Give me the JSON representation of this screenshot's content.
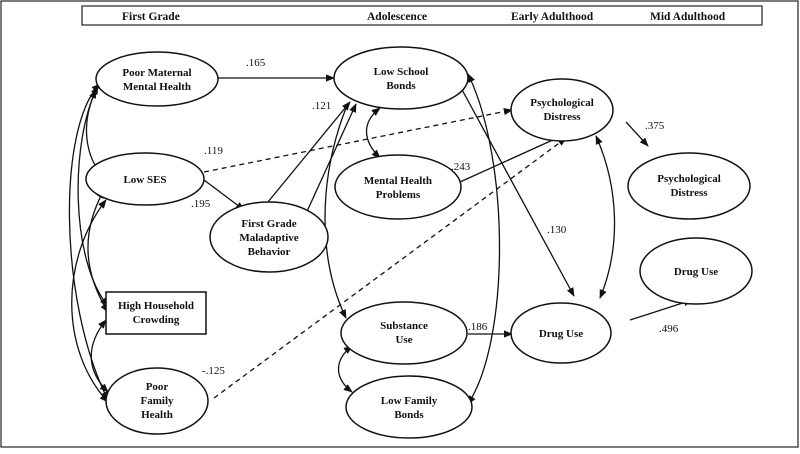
{
  "header": {
    "first_grade": "First Grade",
    "adolescence": "Adolescence",
    "early_adulthood": "Early Adulthood",
    "mid_adulthood": "Mid Adulthood"
  },
  "nodes": {
    "poor_maternal_mental_health": [
      "Poor Maternal",
      "Mental Health"
    ],
    "low_ses": [
      "Low SES"
    ],
    "high_household_crowding": [
      "High Household",
      "Crowding"
    ],
    "poor_family_health": [
      "Poor",
      "Family",
      "Health"
    ],
    "first_grade_maladaptive_behavior": [
      "First Grade",
      "Maladaptive",
      "Behavior"
    ],
    "low_school_bonds": [
      "Low School",
      "Bonds"
    ],
    "mental_health_problems": [
      "Mental Health",
      "Problems"
    ],
    "substance_use": [
      "Substance",
      "Use"
    ],
    "low_family_bonds": [
      "Low Family",
      "Bonds"
    ],
    "psychological_distress_early": [
      "Psychological",
      "Distress"
    ],
    "drug_use_early": [
      "Drug Use"
    ],
    "psychological_distress_mid": [
      "Psychological",
      "Distress"
    ],
    "drug_use_mid": [
      "Drug Use"
    ]
  },
  "coefficients": {
    "maternal_to_school": ".165",
    "ses_to_distress": ".119",
    "ses_to_behavior": ".195",
    "behavior_to_school": ".121",
    "mental_to_distress": ".243",
    "school_to_drug": ".130",
    "distress_persist": ".375",
    "substance_to_drug": ".186",
    "drug_persist": ".496",
    "family_to_distress": "-.125"
  }
}
